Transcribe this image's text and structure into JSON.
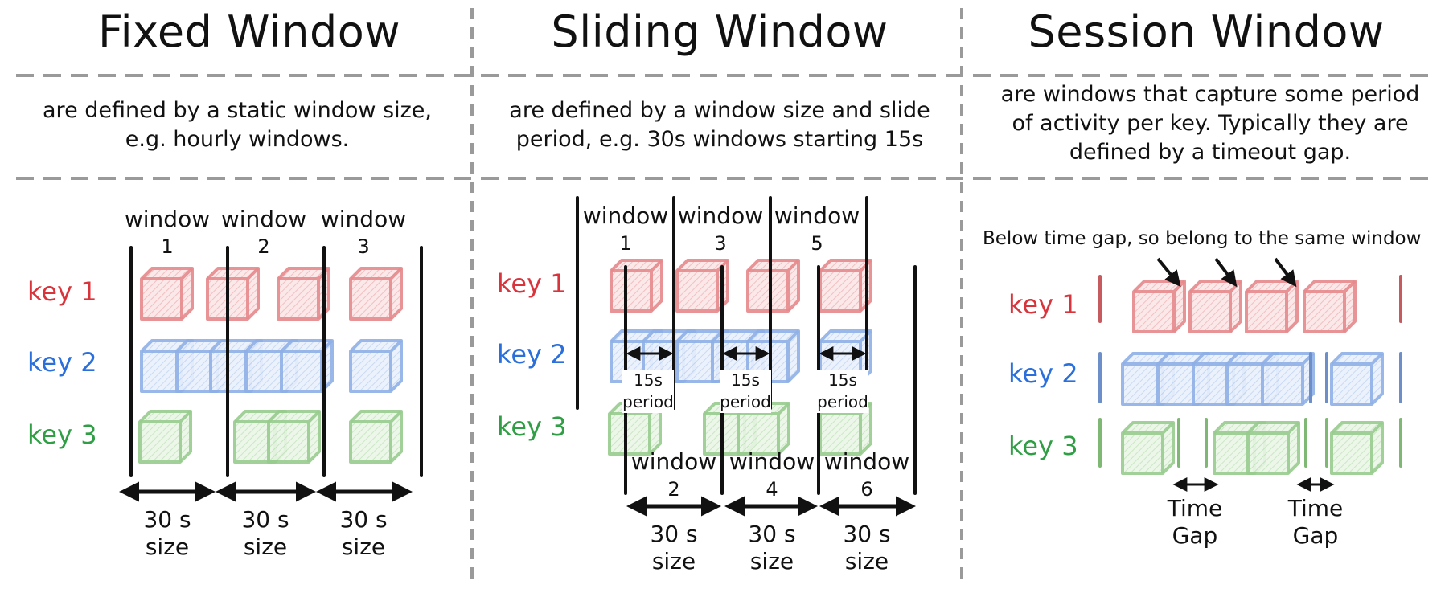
{
  "colors": {
    "key1": "#d9343b",
    "key2": "#2a6fdb",
    "key3": "#2f9e44",
    "cube1_stroke": "#e6898c",
    "cube1_fill": "#f9dcdd",
    "cube2_stroke": "#8fb0e6",
    "cube2_fill": "#e3ecfb",
    "cube3_stroke": "#98cc8f",
    "cube3_fill": "#e3f3df",
    "divider": "#9a9a9a",
    "ink": "#111111"
  },
  "fixed": {
    "title": "Fixed Window",
    "description": "are defined by a static window size, e.g. hourly windows.",
    "keys": [
      "key 1",
      "key 2",
      "key 3"
    ],
    "windows": [
      {
        "label": "window",
        "number": "1"
      },
      {
        "label": "window",
        "number": "2"
      },
      {
        "label": "window",
        "number": "3"
      }
    ],
    "sizes": [
      {
        "value": "30 s",
        "unit": "size"
      },
      {
        "value": "30 s",
        "unit": "size"
      },
      {
        "value": "30 s",
        "unit": "size"
      }
    ]
  },
  "sliding": {
    "title": "Sliding Window",
    "description": "are defined by a window size and slide period, e.g. 30s windows starting 15s",
    "keys": [
      "key 1",
      "key 2",
      "key 3"
    ],
    "top_windows": [
      {
        "label": "window",
        "number": "1"
      },
      {
        "label": "window",
        "number": "3"
      },
      {
        "label": "window",
        "number": "5"
      }
    ],
    "bottom_windows": [
      {
        "label": "window",
        "number": "2"
      },
      {
        "label": "window",
        "number": "4"
      },
      {
        "label": "window",
        "number": "6"
      }
    ],
    "periods": [
      {
        "value": "15s",
        "unit": "period"
      },
      {
        "value": "15s",
        "unit": "period"
      },
      {
        "value": "15s",
        "unit": "period"
      }
    ],
    "sizes": [
      {
        "value": "30 s",
        "unit": "size"
      },
      {
        "value": "30 s",
        "unit": "size"
      },
      {
        "value": "30 s",
        "unit": "size"
      }
    ]
  },
  "session": {
    "title": "Session Window",
    "description": "are windows that capture some period of activity per key. Typically they are defined by a timeout gap.",
    "note": "Below time gap, so belong to the same window",
    "keys": [
      "key 1",
      "key 2",
      "key 3"
    ],
    "gaps": [
      {
        "line1": "Time",
        "line2": "Gap"
      },
      {
        "line1": "Time",
        "line2": "Gap"
      }
    ]
  }
}
